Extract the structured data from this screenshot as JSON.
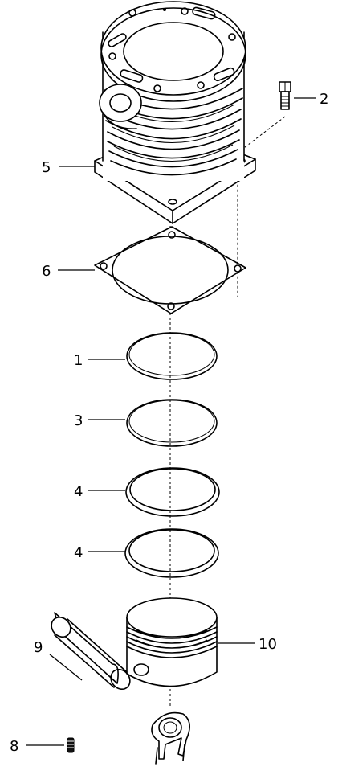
{
  "callouts": {
    "c1": "1",
    "c2": "2",
    "c3": "3",
    "c4a": "4",
    "c4b": "4",
    "c5": "5",
    "c6": "6",
    "c8": "8",
    "c9": "9",
    "c10": "10"
  },
  "colors": {
    "ink": "#000000",
    "background": "#ffffff"
  }
}
